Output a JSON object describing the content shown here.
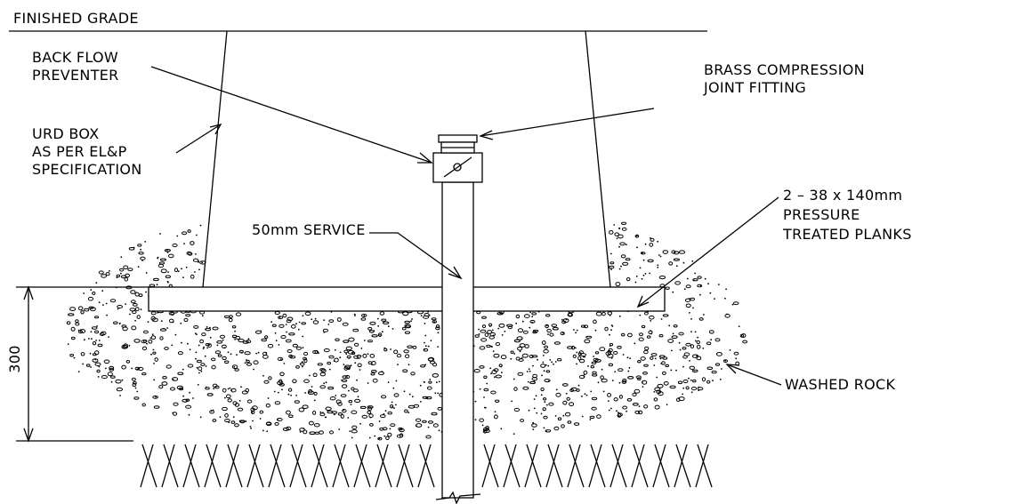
{
  "labels": {
    "finished_grade": "FINISHED GRADE",
    "back_flow_1": "BACK FLOW",
    "back_flow_2": "PREVENTER",
    "urd_box_1": "URD BOX",
    "urd_box_2": "AS PER EL&P",
    "urd_box_3": "SPECIFICATION",
    "brass_1": "BRASS COMPRESSION",
    "brass_2": "JOINT FITTING",
    "planks_1": "2 – 38 x 140mm",
    "planks_2": "PRESSURE",
    "planks_3": "TREATED PLANKS",
    "service": "50mm SERVICE",
    "washed_rock": "WASHED ROCK",
    "dimension": "300"
  },
  "colors": {
    "line": "#000000",
    "background": "#ffffff"
  }
}
